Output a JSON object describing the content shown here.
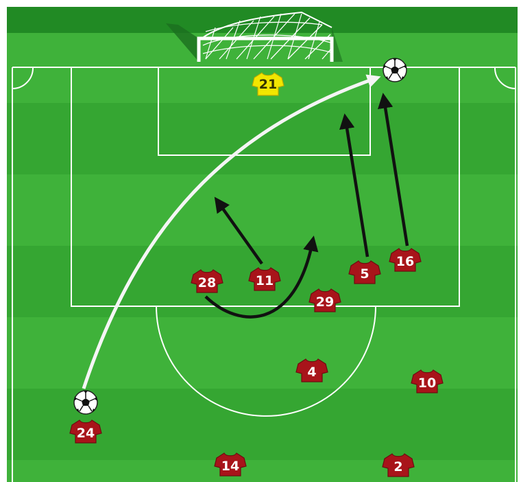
{
  "diagram": {
    "goalkeeper": {
      "number": "21",
      "shirt_color": "#f2e600"
    },
    "team_shirt_color": "#a8141a",
    "players": [
      {
        "number": "28"
      },
      {
        "number": "11"
      },
      {
        "number": "29"
      },
      {
        "number": "5"
      },
      {
        "number": "16"
      },
      {
        "number": "4"
      },
      {
        "number": "10"
      },
      {
        "number": "24"
      },
      {
        "number": "14"
      },
      {
        "number": "2"
      }
    ],
    "ball_count": 2,
    "colors": {
      "pitch_light": "#3fb23a",
      "pitch_dark": "#2f9e2c",
      "lines": "#ffffff",
      "cross_path": "#f5f5f5",
      "run_arrows": "#111111"
    }
  }
}
